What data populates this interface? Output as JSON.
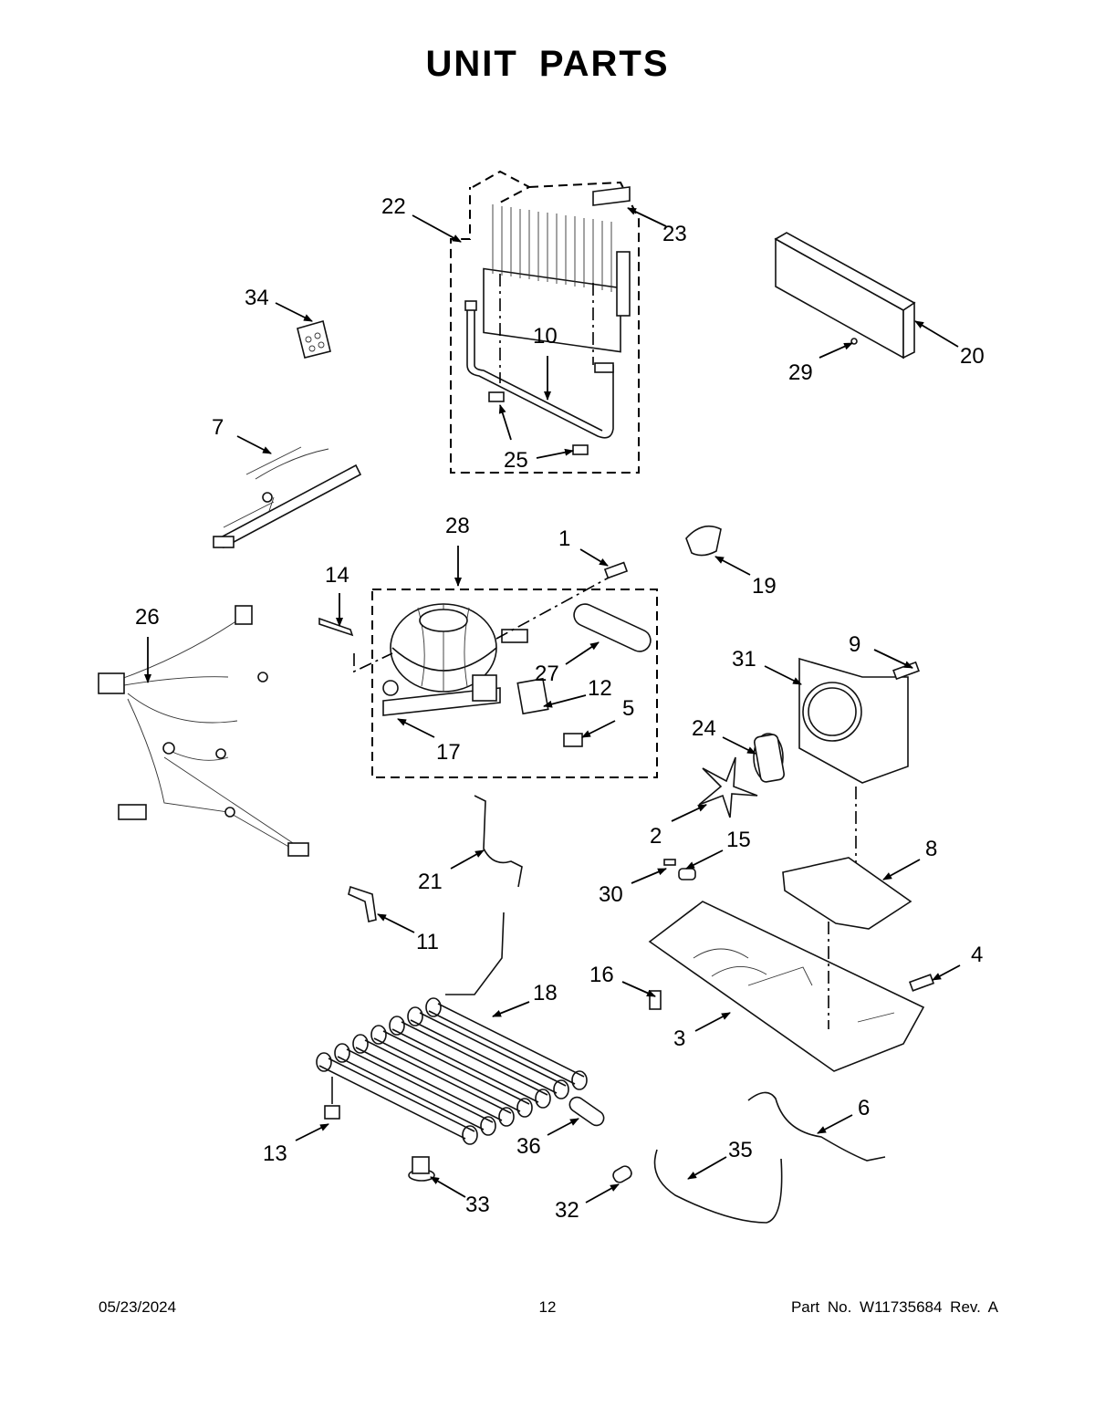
{
  "page": {
    "title": "UNIT PARTS",
    "footer_date": "05/23/2024",
    "footer_page": "12",
    "footer_part": "Part No.  W11735684  Rev.  A"
  },
  "callouts": [
    "1",
    "2",
    "3",
    "4",
    "5",
    "6",
    "7",
    "8",
    "9",
    "10",
    "11",
    "12",
    "13",
    "14",
    "15",
    "16",
    "17",
    "18",
    "19",
    "20",
    "21",
    "22",
    "23",
    "24",
    "25",
    "26",
    "27",
    "28",
    "29",
    "30",
    "31",
    "32",
    "33",
    "34",
    "35",
    "36"
  ]
}
